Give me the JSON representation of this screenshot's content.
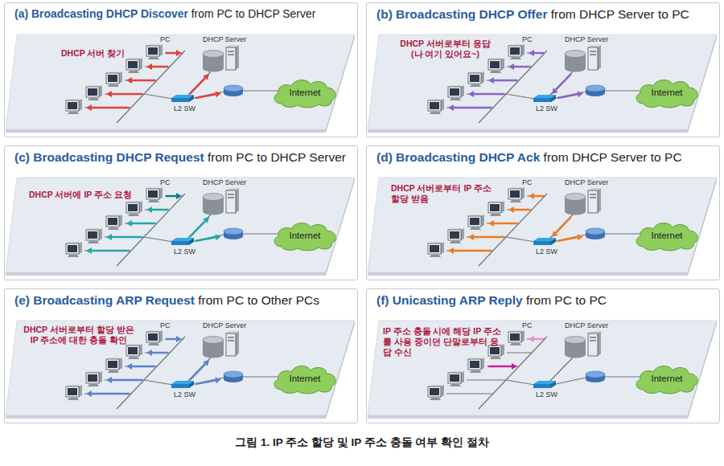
{
  "diagram": {
    "caption": "그림 1. IP 주소 할당 및 IP 주소 충돌 여부 확인 절차",
    "nodes": [
      {
        "text": [
          "(a) Broadcasting DHCP Discover",
          "from PC to DHCP Server",
          "DHCP 서버 찾기",
          "PC",
          "DHCP Server",
          "L2 SW"
        ]
      },
      {
        "text": [
          "Internet"
        ],
        "in": 0
      },
      {
        "text": [
          "(b) Broadcasting DHCP Offer",
          "from DHCP Server to PC",
          "DHCP 서버로부터 응답 (나 여기 있어요~)",
          "PC",
          "DHCP Server",
          "L2 SW"
        ]
      },
      {
        "text": [
          "Internet"
        ],
        "in": 2
      },
      {
        "text": [
          "(c) Broadcasting DHCP Request",
          "from PC to DHCP Server",
          "DHCP 서버에 IP 주소 요청",
          "PC",
          "DHCP Server",
          "L2 SW"
        ]
      },
      {
        "text": [
          "Internet"
        ],
        "in": 4
      },
      {
        "text": [
          "(d) Broadcasting DHCP Ack",
          "from DHCP Server to PC",
          "DHCP 서버로부터 IP 주소 할당 받음",
          "PC",
          "DHCP Server",
          "L2 SW"
        ]
      },
      {
        "text": [
          "Internet"
        ],
        "in": 6
      },
      {
        "text": [
          "(e) Broadcasting ARP Request",
          "from PC to Other PCs",
          "DHCP 서버로부터 할당 받은 IP 주소에 대한 충돌 확인",
          "PC",
          "DHCP Server",
          "L2 SW"
        ]
      },
      {
        "text": [
          "Internet"
        ],
        "in": 8
      },
      {
        "text": [
          "(f) Unicasting ARP Reply",
          "from PC to PC",
          "IP 주소 충돌 시에 해당 IP 주소를 사용 중이던 단말로부터 응답 수신",
          "PC",
          "DHCP Server",
          "L2 SW"
        ]
      },
      {
        "text": [
          "Internet"
        ],
        "in": 10
      }
    ]
  }
}
